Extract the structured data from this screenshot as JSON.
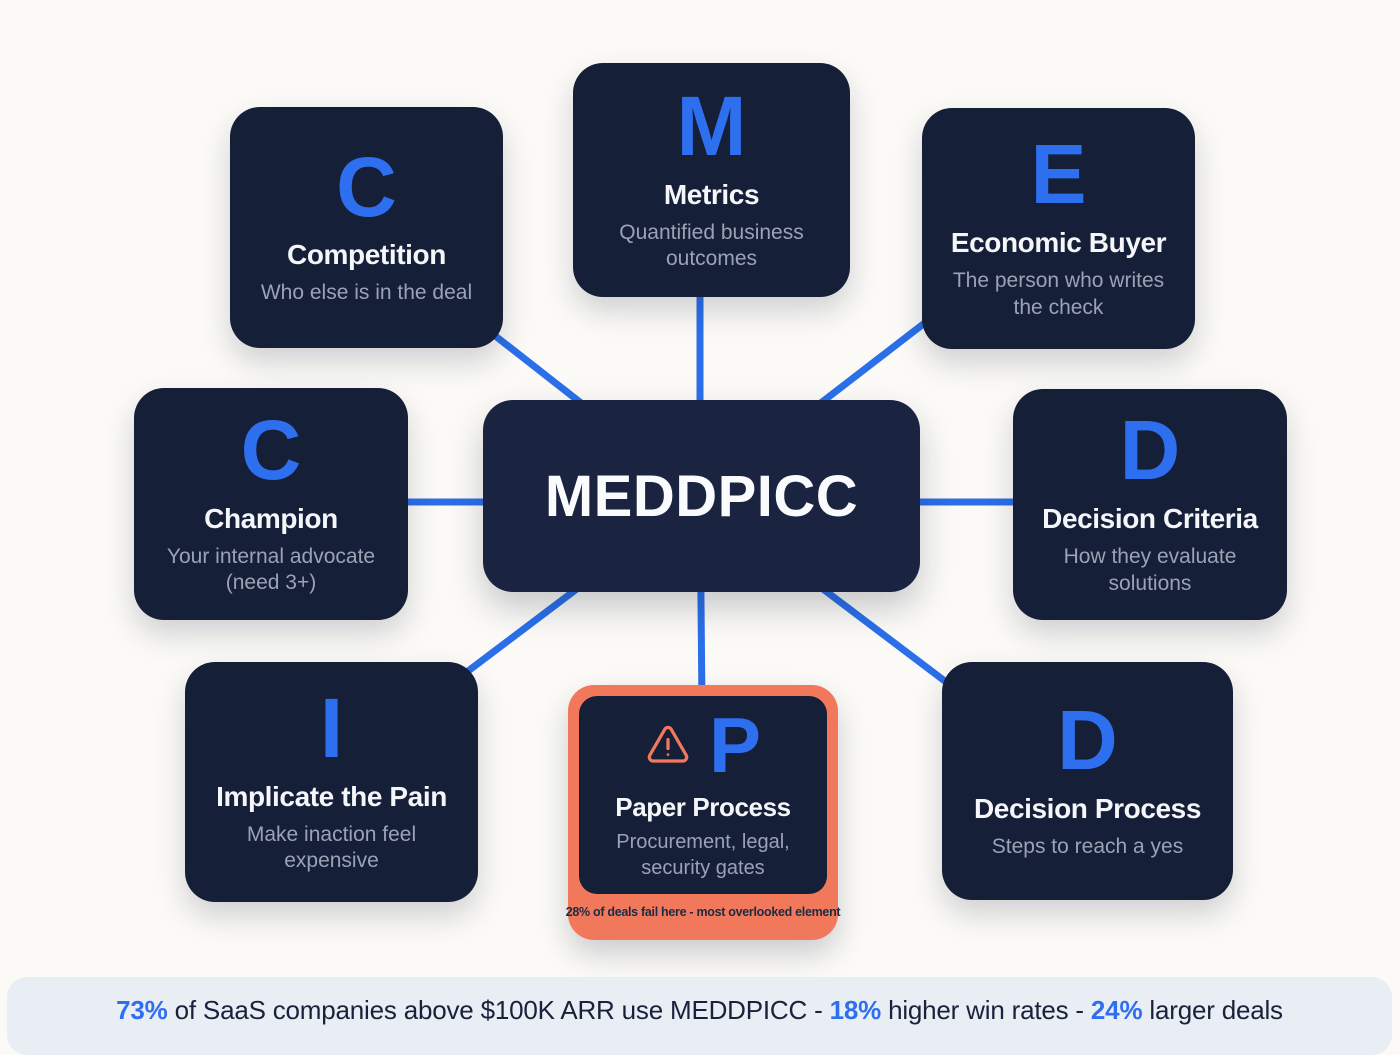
{
  "center": {
    "title": "MEDDPICC"
  },
  "nodes": [
    {
      "id": "competition",
      "letter": "C",
      "title": "Competition",
      "subtitle": "Who else is in the deal"
    },
    {
      "id": "metrics",
      "letter": "M",
      "title": "Metrics",
      "subtitle": "Quantified business outcomes"
    },
    {
      "id": "economic-buyer",
      "letter": "E",
      "title": "Economic Buyer",
      "subtitle": "The person who writes the check"
    },
    {
      "id": "champion",
      "letter": "C",
      "title": "Champion",
      "subtitle": "Your internal advocate (need 3+)"
    },
    {
      "id": "decision-criteria",
      "letter": "D",
      "title": "Decision Criteria",
      "subtitle": "How they evaluate solutions"
    },
    {
      "id": "implicate-the-pain",
      "letter": "I",
      "title": "Implicate the Pain",
      "subtitle": "Make inaction feel expensive"
    },
    {
      "id": "paper-process",
      "letter": "P",
      "title": "Paper Process",
      "subtitle": "Procurement, legal, security gates",
      "highlighted": true,
      "warning_icon": "warning-triangle",
      "note": "28% of deals fail here - most overlooked element"
    },
    {
      "id": "decision-process",
      "letter": "D",
      "title": "Decision Process",
      "subtitle": "Steps to reach a yes"
    }
  ],
  "footer": {
    "segments": [
      {
        "text": "73%",
        "highlight": true
      },
      {
        "text": " of SaaS companies above $100K ARR use MEDDPICC - ",
        "highlight": false
      },
      {
        "text": "18%",
        "highlight": true
      },
      {
        "text": " higher win rates - ",
        "highlight": false
      },
      {
        "text": "24%",
        "highlight": true
      },
      {
        "text": " larger deals",
        "highlight": false
      }
    ]
  },
  "colors": {
    "node_bg": "#161F38",
    "accent_blue": "#2E6FF0",
    "connector_blue": "#2B6FE9",
    "highlight_salmon": "#F2785B",
    "subtitle_gray": "#9AA3B4",
    "banner_bg": "#E9EDF4",
    "page_bg": "#FBFAF7"
  }
}
